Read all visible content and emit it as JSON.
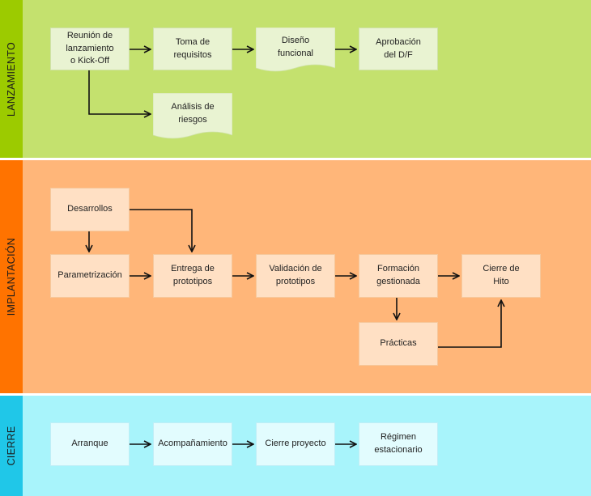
{
  "colors": {
    "lanzamiento_tab": "#9ccb00",
    "lanzamiento_bg": "#c4e16e",
    "lanzamiento_box": "#e9f3d2",
    "implantacion_tab": "#ff7300",
    "implantacion_bg": "#ffb679",
    "implantacion_box": "#ffe0c4",
    "cierre_tab": "#20c7e8",
    "cierre_bg": "#a8f4fb",
    "cierre_box": "#e2fcfe",
    "arrow": "#111111"
  },
  "lanes": {
    "lanzamiento": {
      "label": "LANZAMIENTO"
    },
    "implantacion": {
      "label": "IMPLANTACIÓN"
    },
    "cierre": {
      "label": "CIERRE"
    }
  },
  "nodes": {
    "kickoff": "Reunión de\nlanzamiento\no Kick-Off",
    "toma_requisitos": "Toma de\nrequisitos",
    "diseno_funcional": "Diseño\nfuncional",
    "aprobacion": "Aprobación\ndel D/F",
    "analisis_riesgos": "Análisis de\nriesgos",
    "desarrollos": "Desarrollos",
    "parametrizacion": "Parametrización",
    "entrega_prototipos": "Entrega de\nprototipos",
    "validacion_prototipos": "Validación de\nprototipos",
    "formacion": "Formación\ngestionada",
    "cierre_hito": "Cierre de\nHito",
    "practicas": "Prácticas",
    "arranque": "Arranque",
    "acompanamiento": "Acompañamiento",
    "cierre_proyecto": "Cierre proyecto",
    "regimen": "Régimen\nestacionario"
  }
}
